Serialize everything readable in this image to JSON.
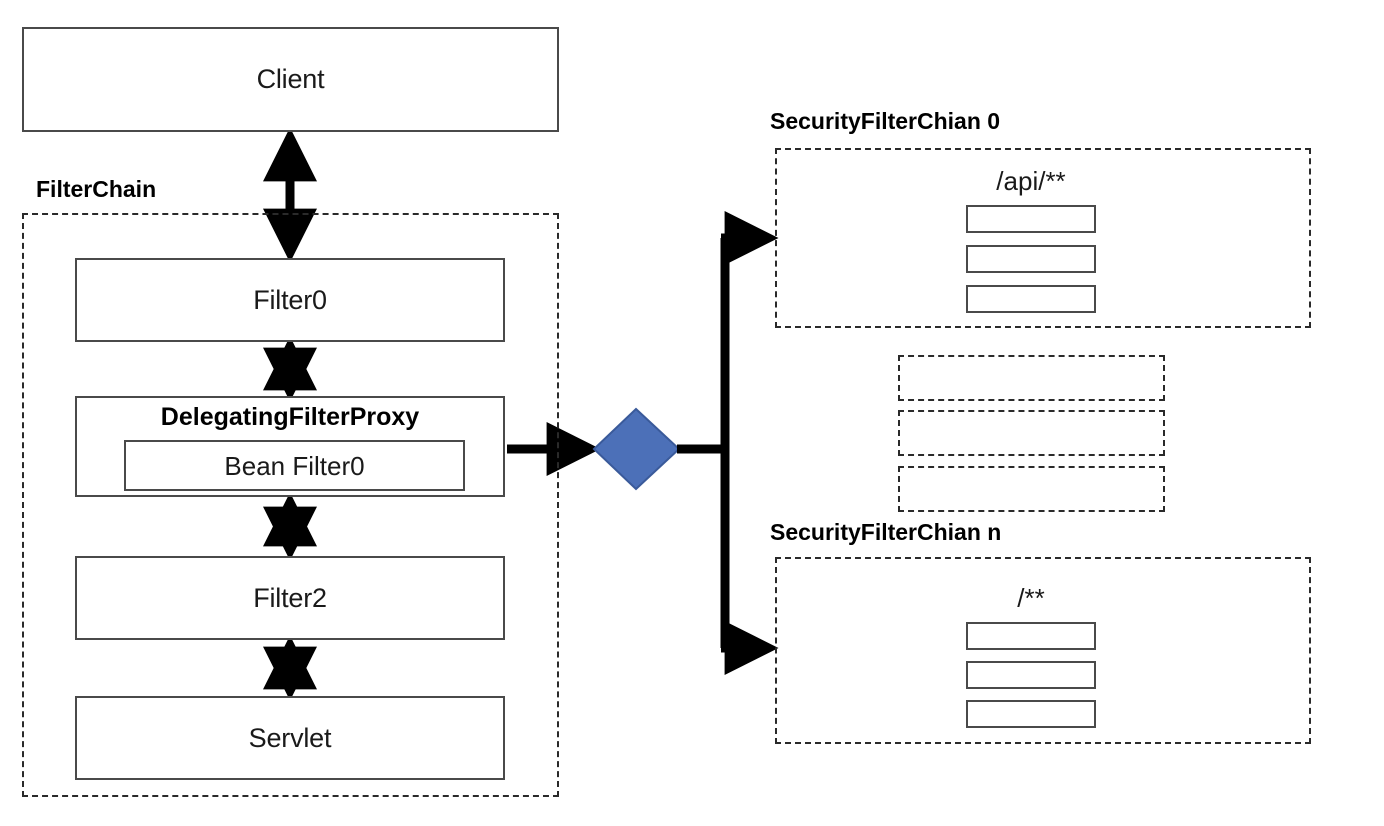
{
  "diagram": {
    "title_hidden": "",
    "colors": {
      "stroke_solid": "#4a4a4a",
      "stroke_dashed": "#2a2a2a",
      "arrow": "#000000",
      "diamond_fill": "#4C70B8",
      "diamond_stroke": "#3A5A9A",
      "background": "#ffffff"
    }
  },
  "client": {
    "label": "Client"
  },
  "filter_chain": {
    "group_label": "FilterChain",
    "filters": [
      {
        "label": "Filter0"
      },
      {
        "label": "Filter2"
      },
      {
        "label": "Servlet"
      }
    ],
    "proxy": {
      "title": "DelegatingFilterProxy",
      "inner_label": "Bean Filter0"
    }
  },
  "security_chains": [
    {
      "group_label": "SecurityFilterChian 0",
      "pattern": "/api/**",
      "filters": [
        "",
        "",
        ""
      ]
    },
    {
      "group_label": "SecurityFilterChian n",
      "pattern": "/**",
      "filters": [
        "",
        "",
        ""
      ]
    }
  ],
  "ghost_chains": [
    {
      "label": ""
    },
    {
      "label": ""
    },
    {
      "label": ""
    }
  ],
  "connectors": {
    "client_to_filter0": "bidirectional",
    "filter0_to_proxy": "bidirectional",
    "proxy_to_filter2": "bidirectional",
    "filter2_to_servlet": "bidirectional",
    "proxy_to_dispatcher": "unidirectional",
    "dispatcher_to_chain0": "unidirectional",
    "dispatcher_to_chainn": "unidirectional"
  }
}
